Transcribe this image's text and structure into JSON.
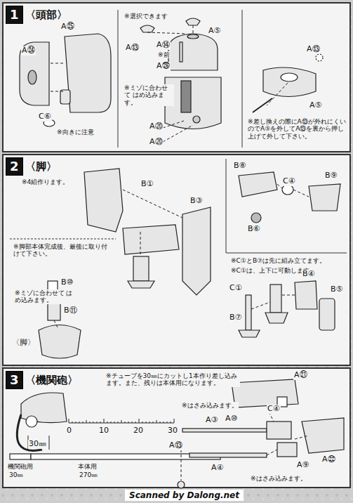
{
  "diagram": {
    "nodes": [
      {
        "text": [
          "1",
          "〈頭部〉"
        ]
      },
      {
        "text": [
          "2",
          "〈脚〉"
        ]
      },
      {
        "text": [
          "3",
          "〈機関砲〉"
        ]
      }
    ],
    "labels": [
      "A㉔",
      "A㉕",
      "C⑥",
      "※向きに注意",
      "※選択できます",
      "A⑬",
      "A⑭",
      "※前",
      "A㉖",
      "A⑤",
      "※ミゾに合わせて はめ込みます。",
      "A⑳",
      "A⑳",
      "A⑬",
      "A⑤",
      "※差し換えの際にA⑬が外れにくいのでA⑤を外してA⑬を裏から押し上げて外して下さい。",
      "※4組作ります。",
      "B①",
      "B③",
      "B⑧",
      "C④",
      "B⑨",
      "B⑥",
      "※脚部本体完成後、最後に取り付けて下さい。",
      "B⑩",
      "※ミゾに合わせて はめ込みます。",
      "B⑪",
      "〈脚〉",
      "※C①とB⑦は先に組み立てます。",
      "※C①は、上下に可動します。",
      "C①",
      "B⑦",
      "B④",
      "B⑤",
      "※チューブを30㎜にカットし1本作り差し込みます。また、残りは本体用になります。",
      "30㎜",
      "0",
      "10",
      "20",
      "30",
      "機関砲用",
      "30㎜",
      "本体用",
      "270㎜",
      "A㉑",
      "C④",
      "※はさみ込みます。",
      "A③",
      "A⑩",
      "A⑬",
      "A㉒",
      "A④",
      "A⑨",
      "※はさみ込みます。",
      "Scanned by Dalong.net"
    ]
  }
}
